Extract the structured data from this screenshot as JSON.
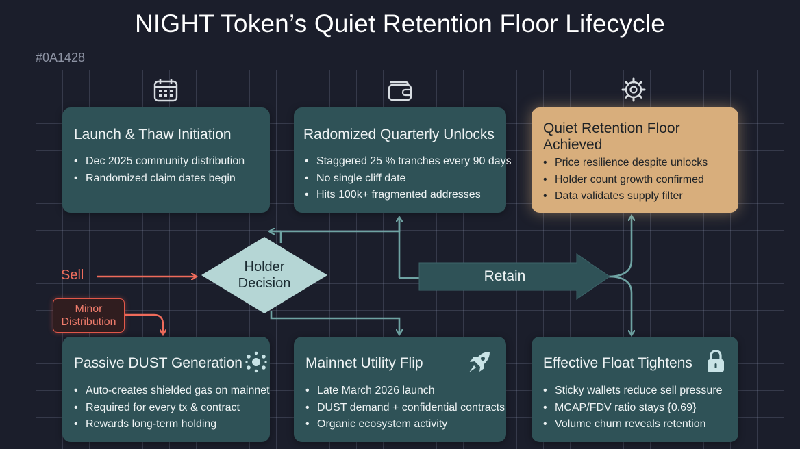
{
  "title": "NIGHT Token’s Quiet Retention Floor Lifecycle",
  "hex_label": "#0A1428",
  "cards": {
    "launch": {
      "title": "Launch & Thaw Initiation",
      "bullets": [
        "Dec 2025 community distribution",
        "Randomized claim dates begin"
      ],
      "icon": "calendar-icon"
    },
    "unlocks": {
      "title": "Radomized Quarterly Unlocks",
      "bullets": [
        "Staggered 25 % tranches every 90 days",
        "No single cliff date",
        "Hits 100k+ fragmented addresses"
      ],
      "icon": "wallet-icon"
    },
    "floor": {
      "title_line1": "Quiet Retention Floor",
      "title_line2": "Achieved",
      "bullets": [
        "Price resilience despite unlocks",
        "Holder count growth confirmed",
        "Data validates supply filter"
      ],
      "icon": "gear-icon"
    },
    "dust": {
      "title": "Passive DUST Generation",
      "bullets": [
        "Auto-creates shielded gas on mainnet",
        "Required for every tx & contract",
        "Rewards long-term holding"
      ],
      "icon": "particles-icon"
    },
    "mainnet": {
      "title": "Mainnet Utility Flip",
      "bullets": [
        "Late March 2026 launch",
        "DUST demand + confidential contracts",
        "Organic ecosystem activity"
      ],
      "icon": "rocket-icon"
    },
    "float": {
      "title": "Effective Float Tightens",
      "bullets": [
        "Sticky wallets reduce sell pressure",
        "MCAP/FDV ratio stays {0.69}",
        "Volume churn reveals retention"
      ],
      "icon": "lock-icon"
    }
  },
  "decision": {
    "line1": "Holder",
    "line2": "Decision"
  },
  "labels": {
    "sell": "Sell",
    "minor_line1": "Minor",
    "minor_line2": "Distribution",
    "retain": "Retain"
  },
  "colors": {
    "card": "#2f5257",
    "card_highlight": "#d8ae7c",
    "teal_arrow": "#6fa3a3",
    "sell_red": "#f06e5e",
    "diamond": "#b5d6d5"
  }
}
